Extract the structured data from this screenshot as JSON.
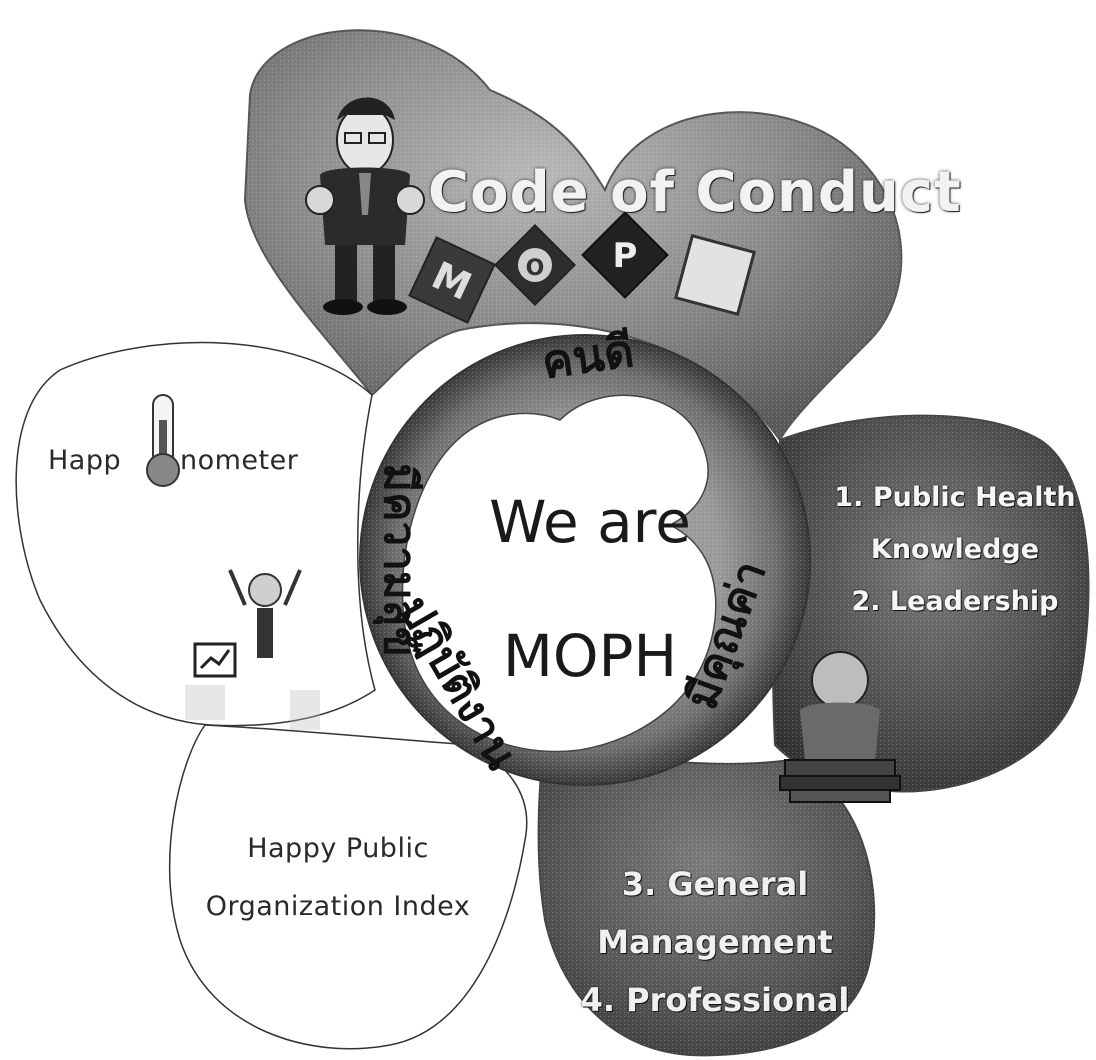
{
  "diagram": {
    "center": {
      "line1": "We are",
      "line2": "MOPH"
    },
    "ring_labels": {
      "top": "คนดี",
      "left": "มีความสุข",
      "bottom_left": "ปฏิบัติงาน",
      "bottom_right": "มีคุณค่า"
    },
    "petals": {
      "code_of_conduct": {
        "title": "Code of Conduct",
        "tiles": [
          "M",
          "O",
          "P",
          ""
        ]
      },
      "happinometer": {
        "left": "Happ",
        "right": "nometer"
      },
      "happy_public": {
        "line1": "Happy Public",
        "line2": "Organization Index"
      },
      "competency": {
        "line1": "1. Public Health",
        "line2": "Knowledge",
        "line3": "2. Leadership"
      },
      "management": {
        "line1": "3. General",
        "line2": "Management",
        "line3": "4. Professional"
      }
    },
    "icons": [
      "businessman-icon",
      "thermometer-icon",
      "cheering-person-icon",
      "chart-icon",
      "reading-person-icon"
    ]
  }
}
